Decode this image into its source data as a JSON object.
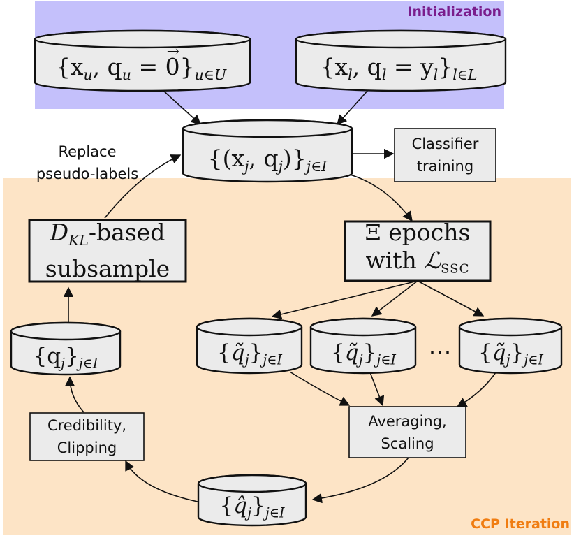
{
  "colors": {
    "init_bg": "#c4c0fb",
    "ccp_bg": "#fde4c6",
    "node_fill": "#ebebeb",
    "stroke": "#111111",
    "init_label": "#7a1d8c",
    "ccp_label": "#f07d12"
  },
  "regions": {
    "init_label": "Initialization",
    "ccp_label": "CCP Iteration"
  },
  "nodes": {
    "unlabeled": {
      "main": "{x",
      "b1": "u",
      "m2": ", q",
      "b2": "u",
      "m3": " = ",
      "vec": "0",
      "m4": "}",
      "sub": "u∈U"
    },
    "labeled": {
      "main": "{x",
      "b1": "l",
      "m2": ", q",
      "b2": "l",
      "m3": " = y",
      "b3": "l",
      "m4": "}",
      "sub": "l∈L"
    },
    "combined": {
      "main": "{(x",
      "b1": "j",
      "m2": ", q",
      "b2": "j",
      "m3": ")}",
      "sub": "j∈I"
    },
    "classifier": {
      "label": "Classifier\ntraining"
    },
    "epochs": {
      "line1_sym": "Ξ",
      "line1_txt": " epochs",
      "line2_txt": "with ",
      "loss": "ℒ",
      "loss_sub": "SSC"
    },
    "dkl": {
      "d": "D",
      "d_sub": "KL",
      "txt": "-based",
      "line2": "subsample"
    },
    "q_tilde_1": {
      "main": "{",
      "var": "q̃",
      "b": "j",
      "close": "}",
      "sub": "j∈I"
    },
    "q_tilde_2": {
      "main": "{",
      "var": "q̃",
      "b": "j",
      "close": "}",
      "sub": "j∈I"
    },
    "q_tilde_3": {
      "main": "{",
      "var": "q̃",
      "b": "j",
      "close": "}",
      "sub": "j∈I"
    },
    "ellipsis": "⋯",
    "averaging": {
      "label": "Averaging,\nScaling"
    },
    "q_hat": {
      "main": "{",
      "var": "q̂",
      "b": "j",
      "close": "}",
      "sub": "j∈I"
    },
    "credibility": {
      "label": "Credibility,\nClipping"
    },
    "q_set": {
      "main": "{q",
      "b": "j",
      "close": "}",
      "sub": "j∈I"
    }
  },
  "annotations": {
    "replace": "Replace\npseudo-labels"
  }
}
